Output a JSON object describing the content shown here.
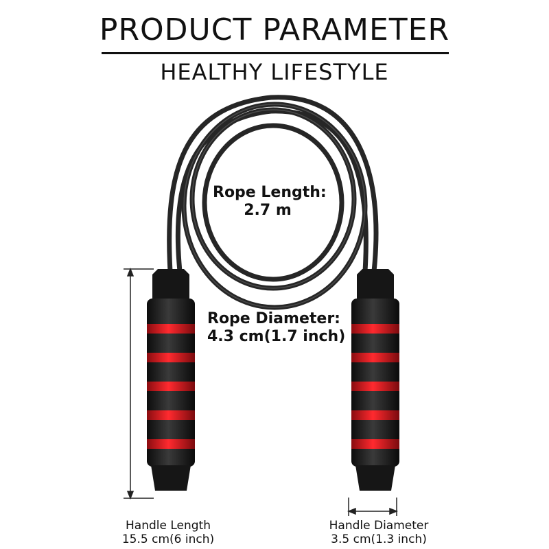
{
  "header": {
    "title": "PRODUCT PARAMETER",
    "subtitle": "HEALTHY LIFESTYLE"
  },
  "specs": {
    "rope_length_label": "Rope Length:",
    "rope_length_value": "2.7 m",
    "rope_diameter_label": "Rope Diameter:",
    "rope_diameter_value": "4.3 cm(1.7 inch)",
    "handle_length_label": "Handle Length",
    "handle_length_value": "15.5 cm(6 inch)",
    "handle_diameter_label": "Handle Diameter",
    "handle_diameter_value": "3.5 cm(1.3 inch)"
  },
  "colors": {
    "handle": "#1c1c1c",
    "accent": "#e0161b",
    "rope": "#2a2a2a"
  }
}
